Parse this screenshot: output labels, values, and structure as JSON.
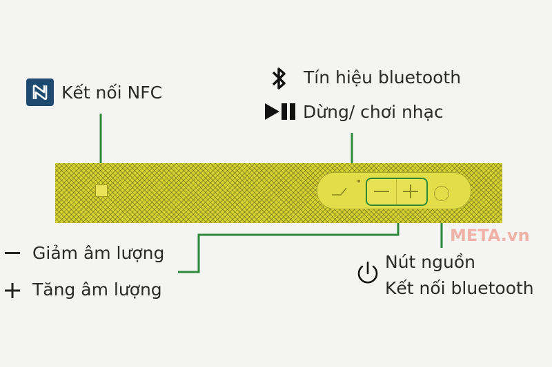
{
  "labels": {
    "nfc": "Kết nối NFC",
    "bluetooth_signal": "Tín hiệu bluetooth",
    "play_pause": "Dừng/ chơi nhạc",
    "volume_down": "Giảm âm lượng",
    "volume_up": "Tăng âm lượng",
    "power": "Nút nguồn",
    "bluetooth_connect": "Kết nối bluetooth"
  },
  "watermark": "META.vn",
  "icons": [
    "nfc-icon",
    "bluetooth-icon",
    "play-pause-icon",
    "minus-icon",
    "plus-icon",
    "power-icon"
  ],
  "colors": {
    "speaker": "#d6d234",
    "leader_line": "#2d8a3a",
    "nfc_badge": "#1d4a6e",
    "watermark": "#f0b1a6"
  }
}
